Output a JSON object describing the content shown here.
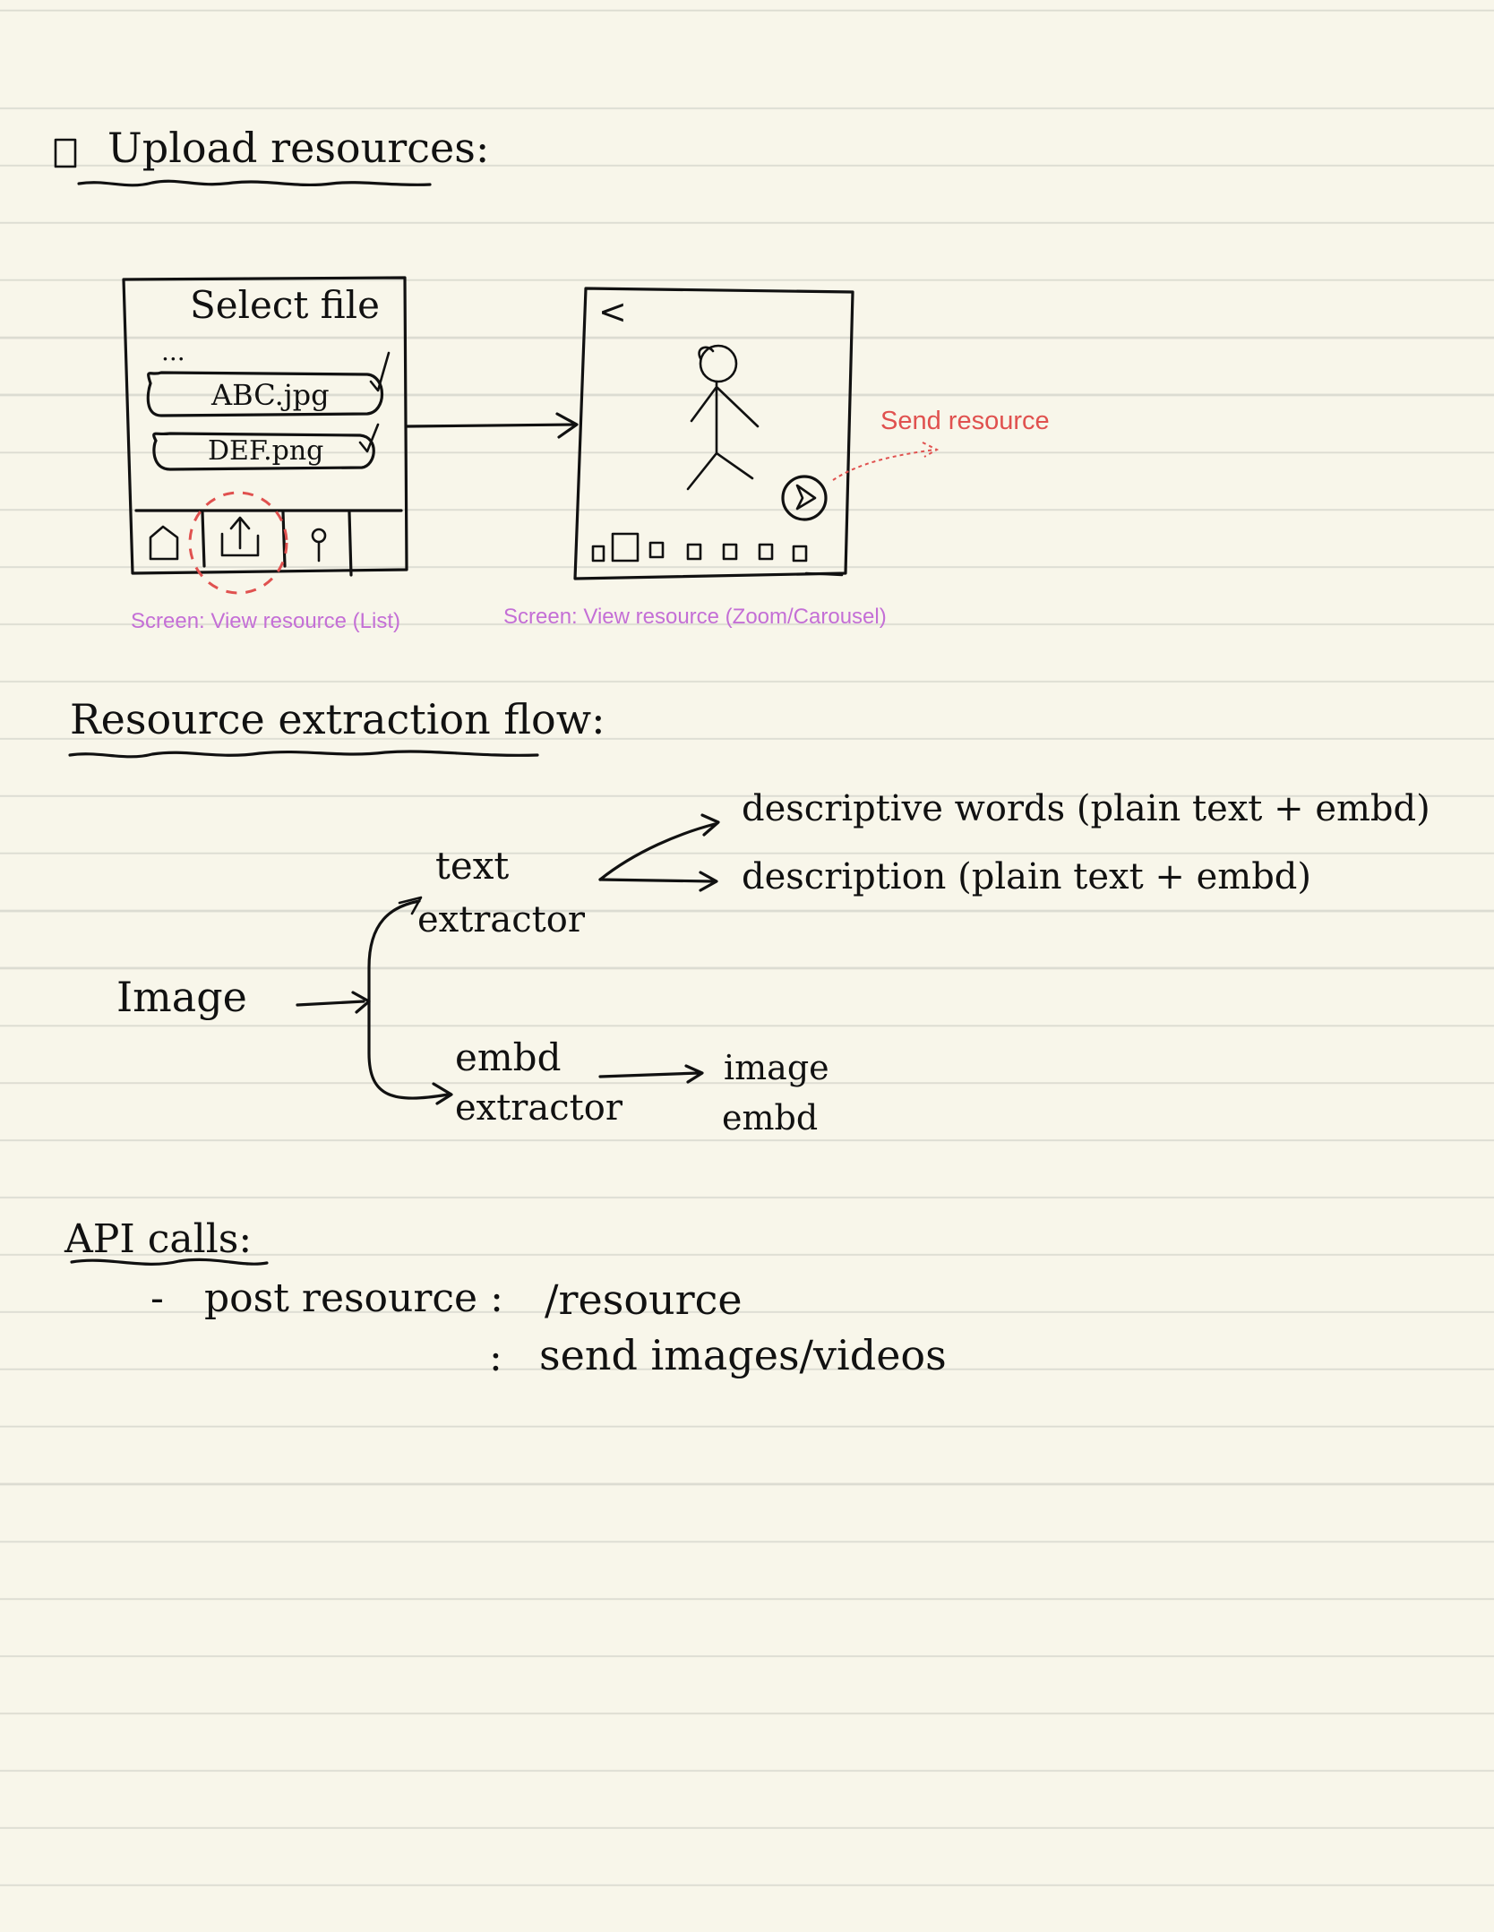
{
  "colors": {
    "paper": "#f8f6ea",
    "ruled_line": "#dcdcd2",
    "ink": "#111111",
    "annotation_red": "#e0514f",
    "annotation_purple": "#c46fd6"
  },
  "sections": {
    "upload": {
      "heading": "Upload resources:",
      "list_screen": {
        "title": "Select file",
        "ellipsis": "...",
        "files": [
          "ABC.jpg",
          "DEF.png"
        ],
        "nav_icons": [
          "home-icon",
          "upload-icon",
          "pin-icon"
        ],
        "caption": "Screen: View resource (List)"
      },
      "zoom_screen": {
        "back_glyph": "<",
        "caption": "Screen: View resource (Zoom/Carousel)"
      },
      "send_annotation": "Send resource"
    },
    "extraction": {
      "heading": "Resource extraction flow:",
      "input": "Image",
      "text_extractor": {
        "line1": "text",
        "line2": "extractor"
      },
      "embd_extractor": {
        "line1": "embd",
        "line2": "extractor"
      },
      "outputs": {
        "descriptive_words": "descriptive words (plain text + embd)",
        "description": "description (plain text + embd)",
        "image_embd": {
          "line1": "image",
          "line2": "embd"
        }
      }
    },
    "api": {
      "heading": "API calls:",
      "dash": "-",
      "call_label": "post resource :",
      "endpoint": "/resource",
      "detail_colon": ":",
      "detail": "send images/videos"
    }
  }
}
